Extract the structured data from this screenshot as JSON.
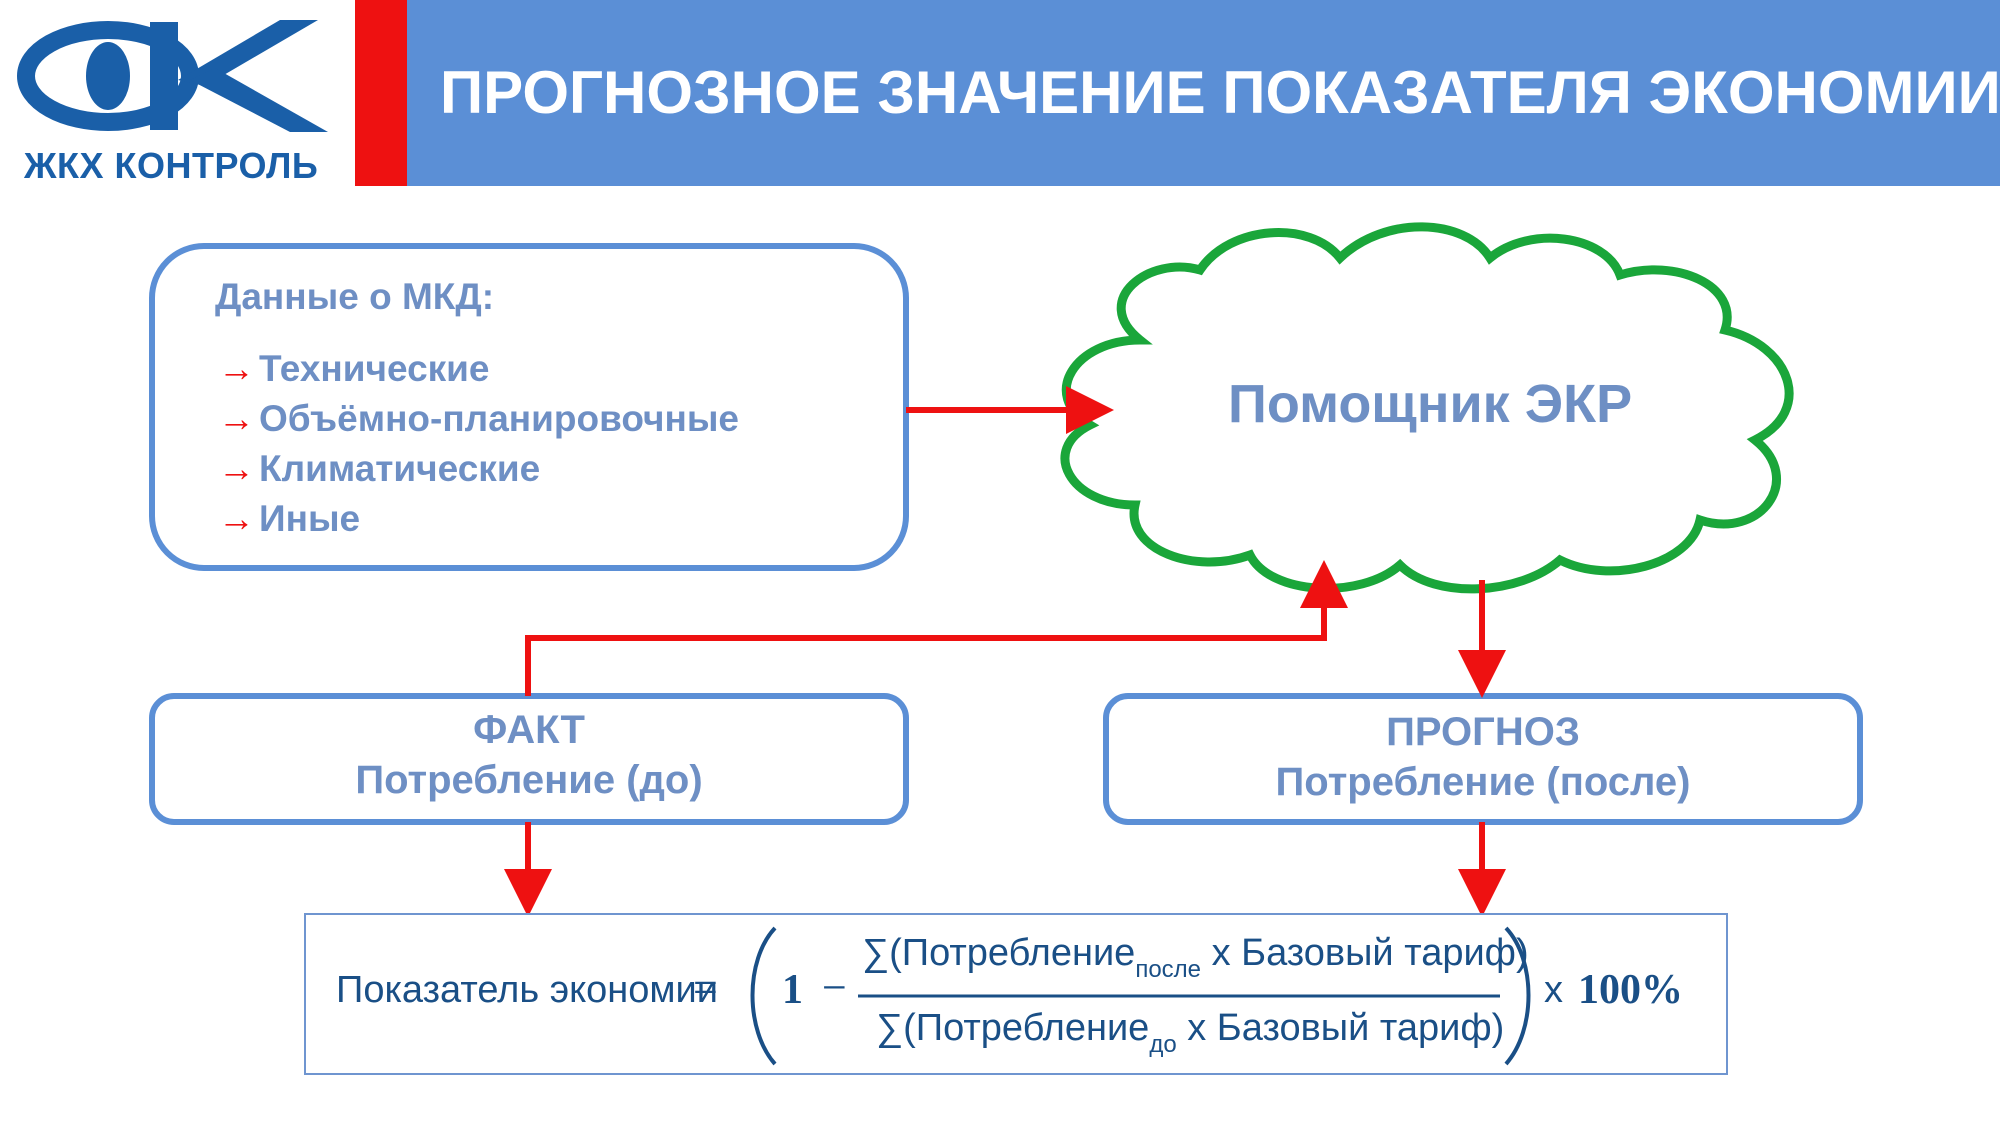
{
  "header": {
    "logo_text": "ЖКХ КОНТРОЛЬ",
    "title": "ПРОГНОЗНОЕ ЗНАЧЕНИЕ ПОКАЗАТЕЛЯ ЭКОНОМИИ"
  },
  "mkd_box": {
    "heading": "Данные о МКД:",
    "arrow_glyph": "→",
    "items": [
      "Технические",
      "Объёмно-планировочные",
      "Климатические",
      "Иные"
    ]
  },
  "cloud": {
    "label": "Помощник ЭКР"
  },
  "fact_box": {
    "line1": "ФАКТ",
    "line2": "Потребление (до)"
  },
  "forecast_box": {
    "line1": "ПРОГНОЗ",
    "line2": "Потребление (после)"
  },
  "formula": {
    "name": "Показатель экономии",
    "equals": "=",
    "one": "1",
    "minus": "−",
    "numerator": {
      "sum": "∑",
      "open": "(",
      "term": "Потребление",
      "sub": "после",
      "rest": "х Базовый тариф",
      "close": ")"
    },
    "denominator": {
      "sum": "∑",
      "open": "(",
      "term": "Потребление",
      "sub": "до",
      "rest": "х Базовый тариф",
      "close": ")"
    },
    "multiply": "х",
    "hundred": "100%"
  },
  "colors": {
    "accent_blue": "#5b8fd6",
    "red": "#ee1111",
    "green": "#1aa63a",
    "text_blue": "#6e8fc4",
    "logo_blue": "#1a5fa8"
  }
}
